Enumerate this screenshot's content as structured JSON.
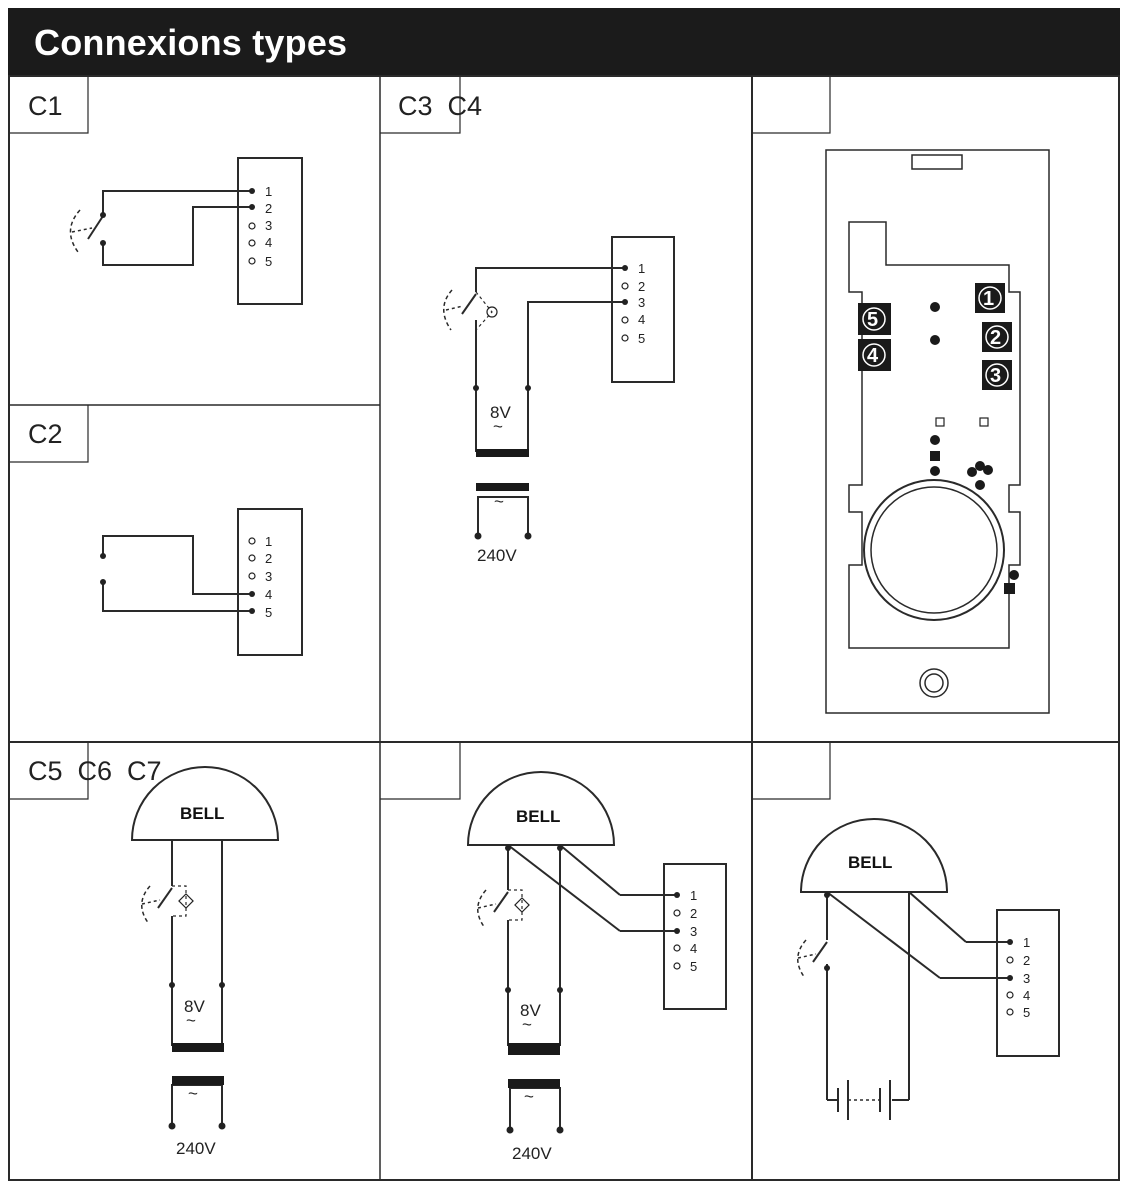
{
  "title": "Connexions types",
  "panels": {
    "c1": "C1",
    "c2": "C2",
    "c3c4": "C3  C4",
    "c5c6c7": "C5  C6  C7"
  },
  "pins": [
    "1",
    "2",
    "3",
    "4",
    "5"
  ],
  "voltage": {
    "low": "8V",
    "ac": "~",
    "mains": "240V"
  },
  "bell": "BELL",
  "board_terminals": [
    "1",
    "2",
    "3",
    "4",
    "5"
  ],
  "colors": {
    "header_bg": "#1b1b1b",
    "header_text": "#ffffff",
    "line": "#2a2a2a"
  }
}
